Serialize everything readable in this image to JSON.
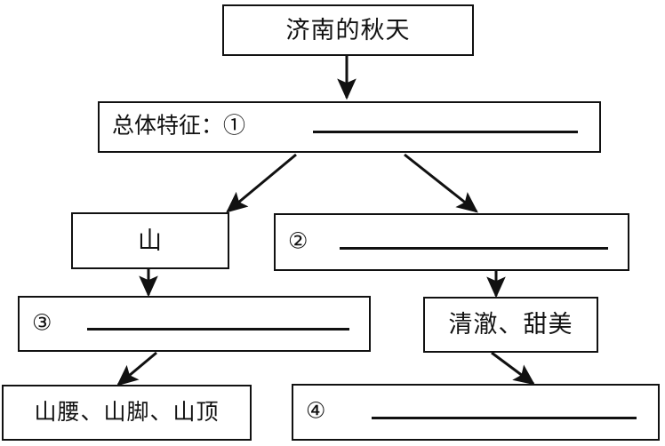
{
  "diagram": {
    "type": "flowchart",
    "title_node": {
      "id": "title",
      "text": "济南的秋天"
    },
    "nodes": [
      {
        "id": "overall",
        "prefix": "总体特征：①",
        "text": "",
        "has_blank": true
      },
      {
        "id": "mountain",
        "prefix": "",
        "text": "山",
        "has_blank": false
      },
      {
        "id": "item2",
        "prefix": "②",
        "text": "",
        "has_blank": true
      },
      {
        "id": "item3",
        "prefix": "③",
        "text": "",
        "has_blank": true
      },
      {
        "id": "water",
        "prefix": "",
        "text": "清澈、甜美",
        "has_blank": false
      },
      {
        "id": "mountain_parts",
        "prefix": "",
        "text": "山腰、山脚、山顶",
        "has_blank": false
      },
      {
        "id": "item4",
        "prefix": "④",
        "text": "",
        "has_blank": true
      }
    ],
    "edges": [
      {
        "from": "title",
        "to": "overall",
        "style": "vertical-arrow"
      },
      {
        "from": "overall",
        "to": "mountain",
        "style": "diagonal-arrow-left"
      },
      {
        "from": "overall",
        "to": "item2",
        "style": "diagonal-arrow-right"
      },
      {
        "from": "mountain",
        "to": "item3",
        "style": "vertical-arrow"
      },
      {
        "from": "item2",
        "to": "water",
        "style": "vertical-arrow"
      },
      {
        "from": "item3",
        "to": "mountain_parts",
        "style": "diagonal-arrow-left"
      },
      {
        "from": "water",
        "to": "item4",
        "style": "diagonal-arrow-right"
      }
    ],
    "colors": {
      "ink": "#111111",
      "paper": "#ffffff"
    }
  }
}
